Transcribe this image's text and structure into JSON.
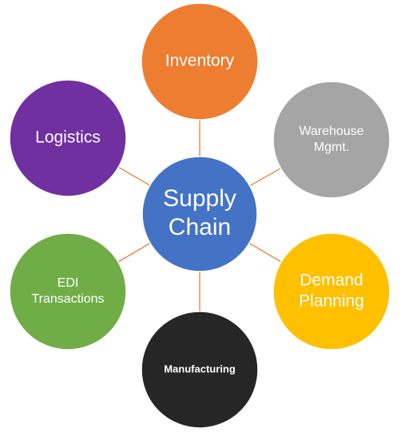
{
  "center": {
    "lines": [
      "Supply",
      "Chain"
    ],
    "color": "#4472c4",
    "text_color": "#ffffff"
  },
  "connector_color": "#ed7d31",
  "nodes": [
    {
      "id": "inventory",
      "lines": [
        "Inventory"
      ],
      "color": "#ed7d31",
      "text_color": "#ffffff"
    },
    {
      "id": "warehouse-mgmt",
      "lines": [
        "Warehouse",
        "Mgmt."
      ],
      "color": "#a5a5a5",
      "text_color": "#ffffff"
    },
    {
      "id": "demand-planning",
      "lines": [
        "Demand",
        "Planning"
      ],
      "color": "#ffc000",
      "text_color": "#ffffff"
    },
    {
      "id": "manufacturing",
      "lines": [
        "Manufacturing"
      ],
      "color": "#262626",
      "text_color": "#ffffff"
    },
    {
      "id": "edi-transactions",
      "lines": [
        "EDI",
        "Transactions"
      ],
      "color": "#70ad47",
      "text_color": "#ffffff"
    },
    {
      "id": "logistics",
      "lines": [
        "Logistics"
      ],
      "color": "#7030a0",
      "text_color": "#ffffff"
    }
  ]
}
